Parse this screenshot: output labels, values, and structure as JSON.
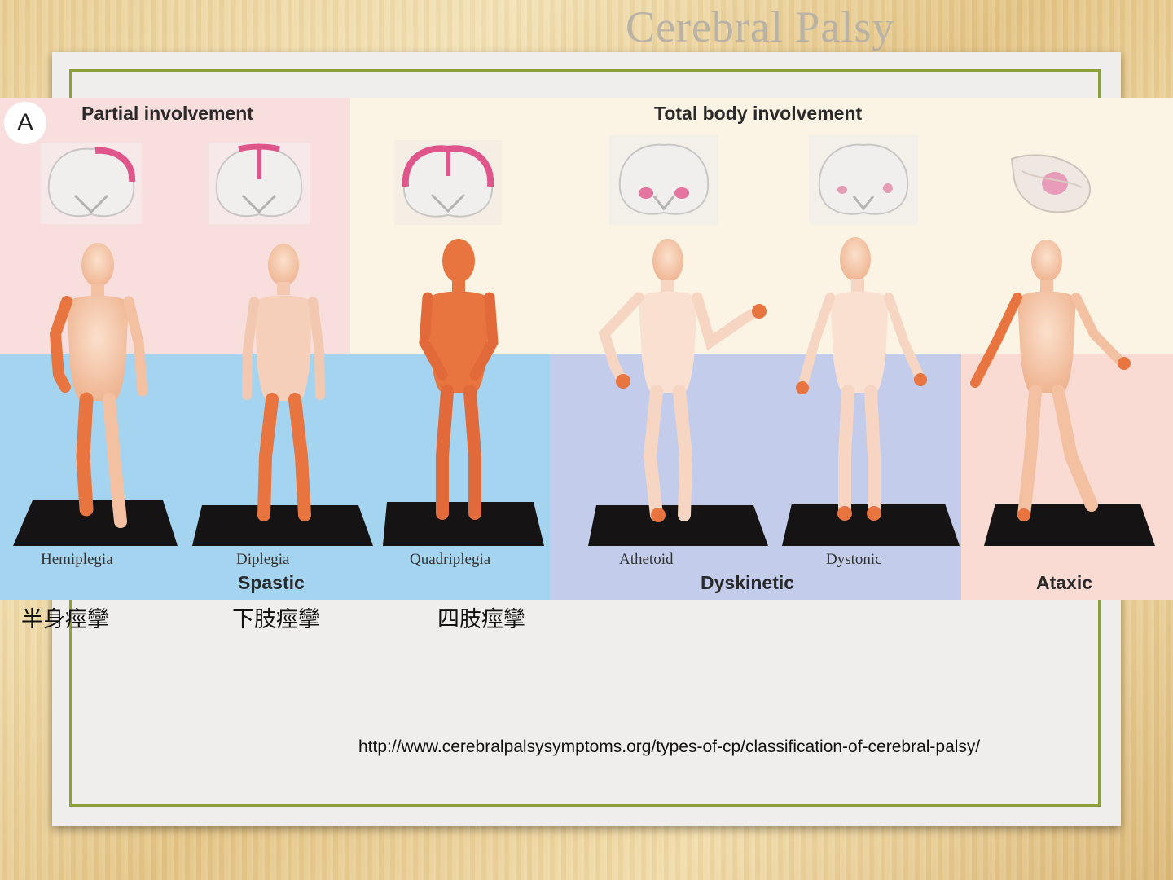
{
  "slide": {
    "title": "Cerebral Palsy",
    "source_url": "http://www.cerebralpalsysymptoms.org/types-of-cp/classification-of-cerebral-palsy/"
  },
  "figure": {
    "panel_letter": "A",
    "header_partial": "Partial involvement",
    "header_total": "Total body involvement",
    "figures": [
      {
        "label": "Hemiplegia",
        "affected": "right-side",
        "brain": "coronal-cortex-right"
      },
      {
        "label": "Diplegia",
        "affected": "legs",
        "brain": "coronal-midline"
      },
      {
        "label": "Quadriplegia",
        "affected": "whole-body",
        "brain": "coronal-full-cortex"
      },
      {
        "label": "Athetoid",
        "affected": "limbs",
        "brain": "coronal-basal-ganglia"
      },
      {
        "label": "Dystonic",
        "affected": "extremities",
        "brain": "coronal-basal-ganglia-light"
      },
      {
        "label": "Ataxic",
        "affected": "arms-legs",
        "brain": "cerebellum"
      }
    ],
    "groups": {
      "spastic": "Spastic",
      "dyskinetic": "Dyskinetic",
      "ataxic": "Ataxic"
    },
    "colors": {
      "partial_bg": "#f9dede",
      "total_bg": "#fbf3e3",
      "spastic_bg": "#a5d4f0",
      "dyskinetic_bg": "#c3cdeb",
      "ataxic_bg": "#fadbd4",
      "skin": "#f6c6a8",
      "affected": "#e8743f",
      "lesion": "#e0568c"
    }
  },
  "chinese_labels": {
    "hemiplegia": "半身痙攣",
    "diplegia": "下肢痙攣",
    "quadriplegia": "四肢痙攣"
  }
}
